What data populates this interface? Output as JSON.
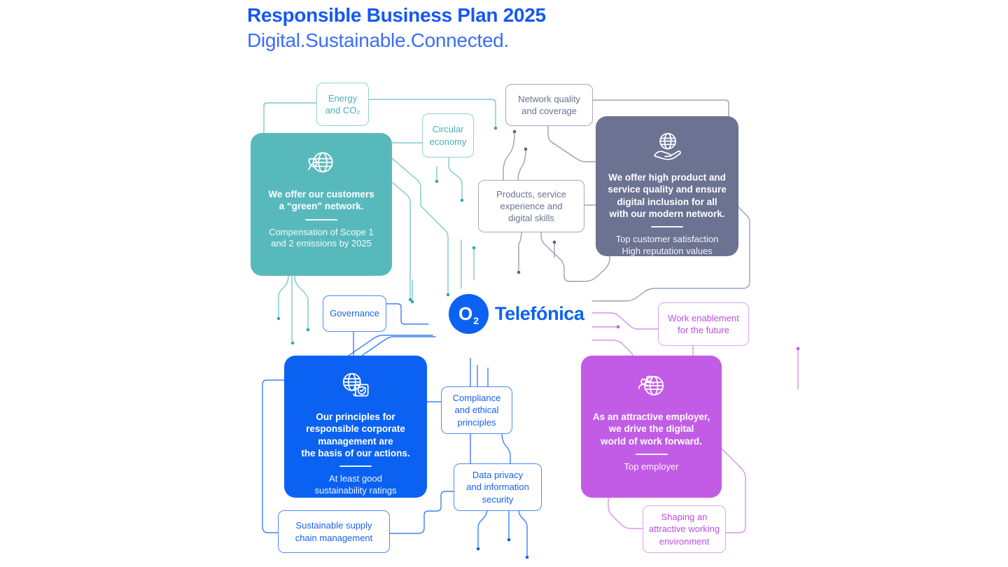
{
  "header": {
    "title": "Responsible Business Plan 2025",
    "subtitle": "Digital.Sustainable.Connected."
  },
  "logo": {
    "operator": "O",
    "operator_sub": "2",
    "brand": "Telefónica"
  },
  "cards": {
    "green": {
      "icon": "globe-leaf-icon",
      "heading": "We offer our customers\na “green” network.",
      "detail": "Compensation of Scope 1\nand 2 emissions by 2025"
    },
    "quality": {
      "icon": "globe-hand-icon",
      "heading": "We offer high product and\nservice quality and ensure\ndigital inclusion for all\nwith our modern network.",
      "detail": "Top customer satisfaction\nHigh reputation values"
    },
    "principles": {
      "icon": "globe-shield-document-icon",
      "heading": "Our principles for\nresponsible corporate\nmanagement are\nthe basis of our actions.",
      "detail": "At least good\nsustainability ratings"
    },
    "employer": {
      "icon": "globe-people-icon",
      "heading": "As an attractive employer,\nwe drive the digital\nworld of work forward.",
      "detail": "Top employer"
    }
  },
  "tags": {
    "energy": "Energy\nand CO₂",
    "circular": "Circular\neconomy",
    "network": "Network quality\nand coverage",
    "products": "Products, service\nexperience and\ndigital skills",
    "governance": "Governance",
    "compliance": "Compliance\nand ethical\nprinciples",
    "privacy": "Data privacy\nand information\nsecurity",
    "supply": "Sustainable supply\nchain management",
    "enablement": "Work enablement\nfor the future",
    "shaping": "Shaping an\nattractive working\nenvironment"
  },
  "colors": {
    "teal": "#58b9bd",
    "slate": "#6b7292",
    "blue": "#0b62f2",
    "purple": "#c25ce6",
    "title_blue": "#1658f5"
  }
}
